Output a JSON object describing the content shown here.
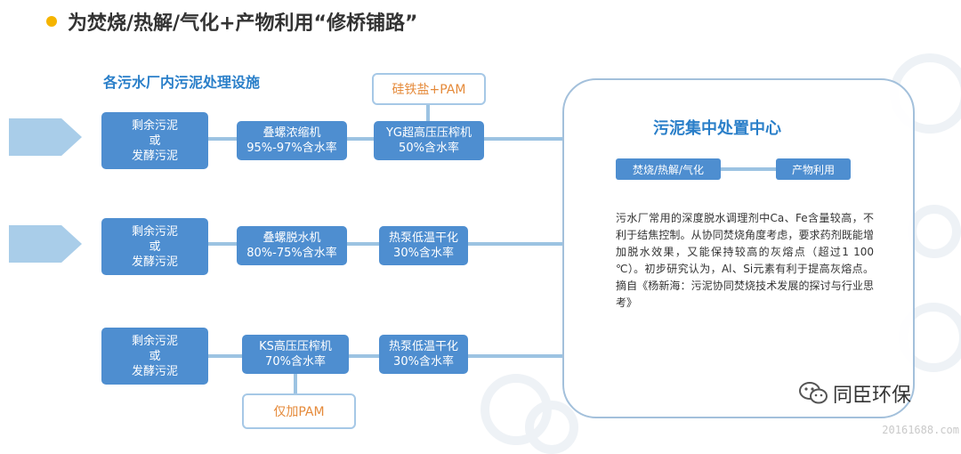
{
  "header": {
    "title": "为焚烧/热解/气化+产物利用“修桥铺路”",
    "subtitle": "各污水厂内污泥处理设施"
  },
  "rows": [
    {
      "source": [
        "剩余污泥",
        "或",
        "发酵污泥"
      ],
      "step1": [
        "叠螺浓缩机",
        "95%-97%含水率"
      ],
      "step2": [
        "YG超高压压榨机",
        "50%含水率"
      ],
      "additive": "硅铁盐+PAM"
    },
    {
      "source": [
        "剩余污泥",
        "或",
        "发酵污泥"
      ],
      "step1": [
        "叠螺脱水机",
        "80%-75%含水率"
      ],
      "step2": [
        "热泵低温干化",
        "30%含水率"
      ]
    },
    {
      "source": [
        "剩余污泥",
        "或",
        "发酵污泥"
      ],
      "step1": [
        "KS高压压榨机",
        "70%含水率"
      ],
      "step2": [
        "热泵低温干化",
        "30%含水率"
      ],
      "additive": "仅加PAM"
    }
  ],
  "center": {
    "title": "污泥集中处置中心",
    "process": "焚烧/热解/气化",
    "product": "产物利用",
    "description": "污水厂常用的深度脱水调理剂中Ca、Fe含量较高，不利于结焦控制。从协同焚烧角度考虑，要求药剂既能增加脱水效果，又能保持较高的灰熔点（超过1 100 ℃）。初步研究认为，Al、Si元素有利于提高灰熔点。摘自《杨新海：污泥协同焚烧技术发展的探讨与行业思考》"
  },
  "brand": {
    "logo_text": "同臣环保"
  },
  "watermark": "20161688.com",
  "colors": {
    "box": "#4e8ed0",
    "accent": "#2a7fc9",
    "note_text": "#e58a3a",
    "line": "#9cc3e2"
  }
}
